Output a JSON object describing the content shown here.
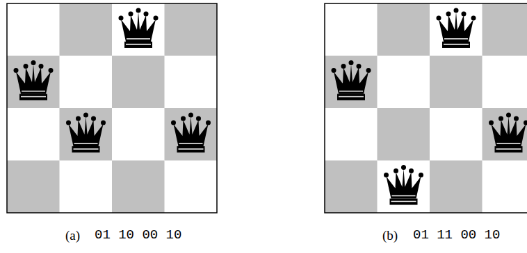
{
  "diagram": {
    "labels": [
      "(a)",
      "01 10 00 10",
      "(b)",
      "01 11 00 10"
    ]
  }
}
